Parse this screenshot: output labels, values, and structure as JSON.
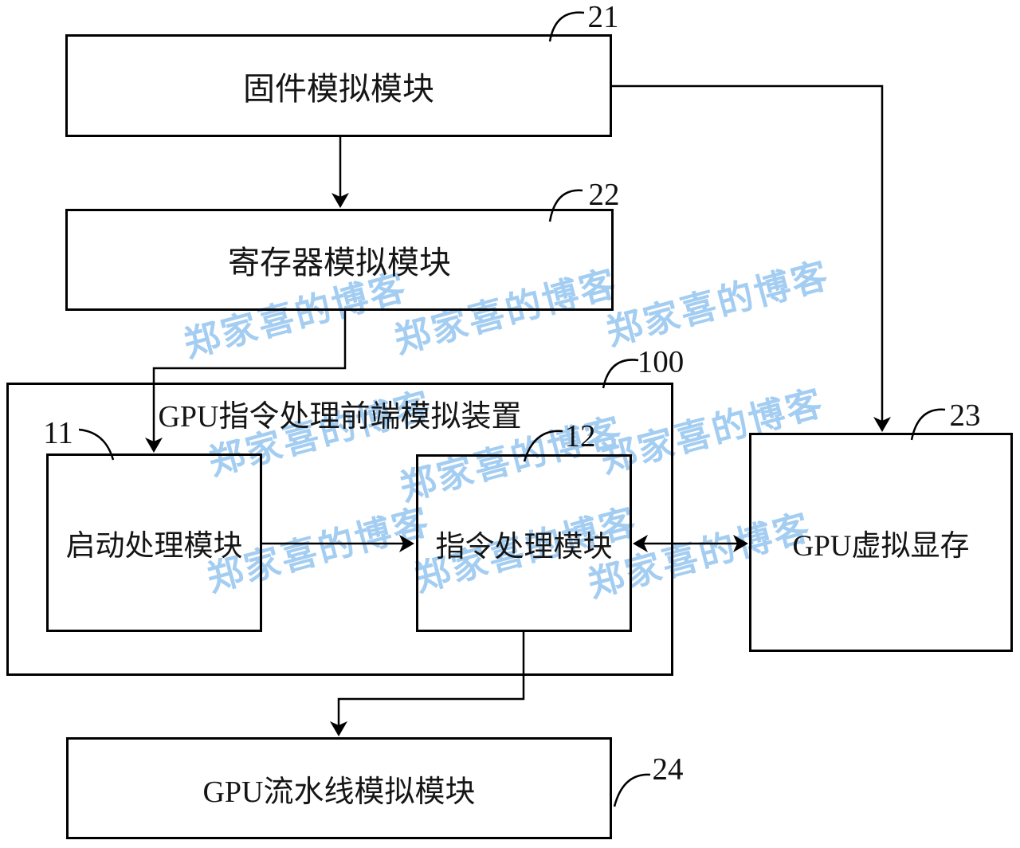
{
  "diagram": {
    "blocks": {
      "firmware": {
        "label": "固件模拟模块",
        "ref": "21"
      },
      "register": {
        "label": "寄存器模拟模块",
        "ref": "22"
      },
      "frontend": {
        "label": "GPU指令处理前端模拟装置",
        "ref": "100"
      },
      "boot": {
        "label": "启动处理模块",
        "ref": "11"
      },
      "instruction": {
        "label": "指令处理模块",
        "ref": "12"
      },
      "vram": {
        "label": "GPU虚拟显存",
        "ref": "23"
      },
      "pipeline": {
        "label": "GPU流水线模拟模块",
        "ref": "24"
      }
    },
    "watermark": {
      "text": "郑家喜的博客",
      "color": "#a4cdf2"
    },
    "line_color": "#000000"
  }
}
